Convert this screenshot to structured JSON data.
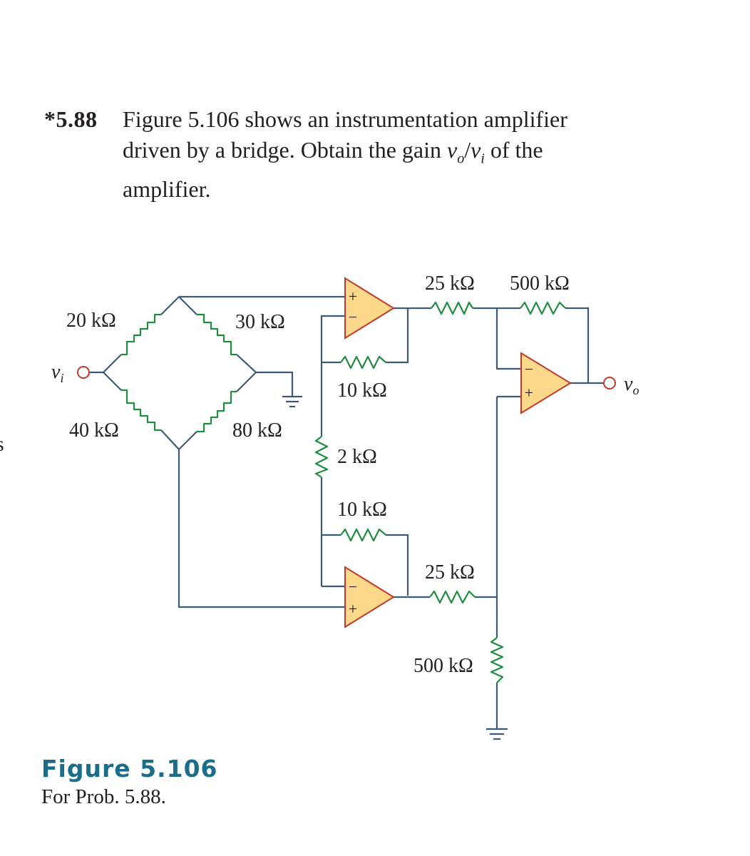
{
  "problem": {
    "number": "*5.88",
    "line1": "Figure 5.106 shows an instrumentation amplifier",
    "line2_pre": "driven by a bridge. Obtain the gain ",
    "vo": "v",
    "vo_sub": "o",
    "slash": "/",
    "vi": "v",
    "vi_sub": "i",
    "line2_post": " of the",
    "line3": "amplifier."
  },
  "edge_mark": "s",
  "circuit": {
    "input_label": "v",
    "input_sub": "i",
    "output_label": "v",
    "output_sub": "o",
    "bridge": {
      "r_top_left": "20 kΩ",
      "r_top_right": "30 kΩ",
      "r_bottom_left": "40 kΩ",
      "r_bottom_right": "80 kΩ"
    },
    "r_feedback_top": "10 kΩ",
    "r_gain": "2 kΩ",
    "r_feedback_bottom": "10 kΩ",
    "r_in_top": "25 kΩ",
    "r_feedback_diff": "500 kΩ",
    "r_in_bottom": "25 kΩ",
    "r_ground": "500 kΩ",
    "plus": "+",
    "minus": "−"
  },
  "caption": {
    "figure": "Figure 5.106",
    "text": "For Prob. 5.88."
  },
  "colors": {
    "wire": "#3b5a78",
    "resistor": "#1e8e3e",
    "opamp_fill": "#fbd88a",
    "opamp_stroke": "#c0392b",
    "terminal": "#c0392b",
    "caption": "#1b6d8c"
  }
}
